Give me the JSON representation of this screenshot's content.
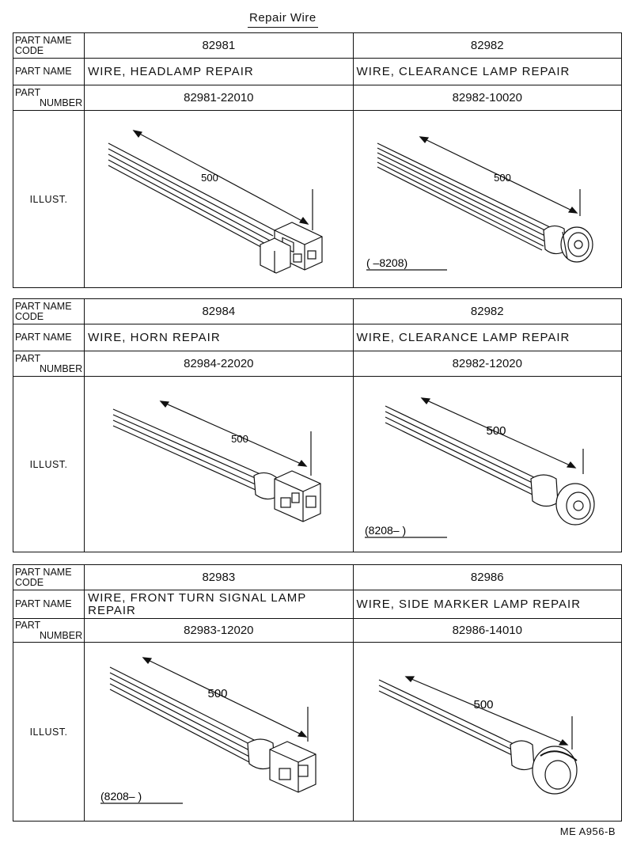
{
  "title": "Repair  Wire",
  "labels": {
    "part_name_code_line1": "PART NAME",
    "part_name_code_line2": "CODE",
    "part_name": "PART NAME",
    "part_number_line1": "PART",
    "part_number_line2": "NUMBER",
    "illust": "ILLUST."
  },
  "blocks": [
    {
      "left": {
        "code": "82981",
        "name": "WIRE,  HEADLAMP  REPAIR",
        "number": "82981-22010",
        "dimension": "500",
        "note": "",
        "connector": "headlamp-connector"
      },
      "right": {
        "code": "82982",
        "name": "WIRE,  CLEARANCE  LAMP  REPAIR",
        "number": "82982-10020",
        "dimension": "500",
        "note": "(        –8208)",
        "connector": "round-socket"
      }
    },
    {
      "left": {
        "code": "82984",
        "name": "WIRE,  HORN  REPAIR",
        "number": "82984-22020",
        "dimension": "500",
        "note": "",
        "connector": "horn-connector"
      },
      "right": {
        "code": "82982",
        "name": "WIRE,  CLEARANCE  LAMP  REPAIR",
        "number": "82982-12020",
        "dimension": "500",
        "note": "(8208–         )",
        "connector": "round-socket"
      }
    },
    {
      "left": {
        "code": "82983",
        "name": "WIRE,  FRONT  TURN  SIGNAL  LAMP  REPAIR",
        "number": "82983-12020",
        "dimension": "500",
        "note": "(8208–         )",
        "connector": "turn-signal-connector"
      },
      "right": {
        "code": "82986",
        "name": "WIRE,  SIDE  MARKER  LAMP  REPAIR",
        "number": "82986-14010",
        "dimension": "500",
        "note": "",
        "connector": "bayonet-socket"
      }
    }
  ],
  "footer": "ME  A956-B"
}
